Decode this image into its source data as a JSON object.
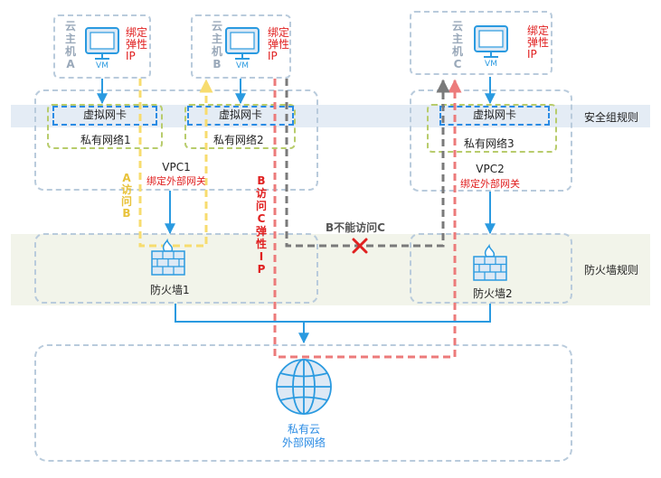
{
  "bands": {
    "security_group_label": "安全组规则",
    "firewall_label": "防火墙规则"
  },
  "vms": [
    {
      "name": "云主机A",
      "name_chars": [
        "云",
        "主",
        "机",
        "A"
      ],
      "screen_label": "VM",
      "bind_ip_lines": [
        "绑定",
        "弹性",
        "IP"
      ]
    },
    {
      "name": "云主机B",
      "name_chars": [
        "云",
        "主",
        "机",
        "B"
      ],
      "screen_label": "VM",
      "bind_ip_lines": [
        "绑定",
        "弹性",
        "IP"
      ]
    },
    {
      "name": "云主机C",
      "name_chars": [
        "云",
        "主",
        "机",
        "C"
      ],
      "screen_label": "VM",
      "bind_ip_lines": [
        "绑定",
        "弹性",
        "IP"
      ]
    }
  ],
  "nics": [
    "虚拟网卡",
    "虚拟网卡",
    "虚拟网卡"
  ],
  "private_networks": [
    "私有网络1",
    "私有网络2",
    "私有网络3"
  ],
  "vpcs": [
    {
      "name": "VPC1",
      "gateway": "绑定外部网关"
    },
    {
      "name": "VPC2",
      "gateway": "绑定外部网关"
    }
  ],
  "firewalls": [
    "防火墙1",
    "防火墙2"
  ],
  "flows": {
    "a_to_b": {
      "label": "A访问B",
      "chars": [
        "A",
        "访",
        "问",
        "B"
      ],
      "color": "#f7dc6f"
    },
    "b_to_c_eip": {
      "label": "B访问C弹性IP",
      "chars": [
        "B",
        "访",
        "问",
        "C",
        "弹",
        "性",
        "I",
        "P"
      ],
      "color": "#ec7b7b"
    },
    "b_cannot_c": {
      "label": "B不能访问C",
      "color": "#7a7a7a"
    }
  },
  "external": {
    "line1": "私有云",
    "line2": "外部网络"
  },
  "colors": {
    "security_band": "#e4ecf5",
    "firewall_band": "#f2f4ea",
    "flow_blue": "#2a9ae0",
    "cross": "#e02020"
  }
}
